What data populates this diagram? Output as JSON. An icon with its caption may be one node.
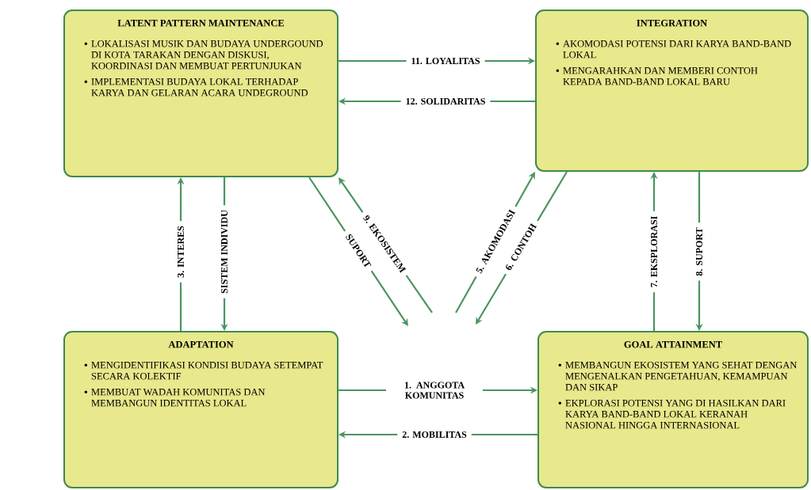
{
  "diagram": {
    "nodes": [
      {
        "text": [
          "LATENT PATTERN MAINTENANCE",
          "LOKALISASI MUSIK DAN BUDAYA UNDERGOUND DI KOTA TARAKAN DENGAN DISKUSI, KOORDINASI DAN MEMBUAT PERTUNJUKAN",
          "IMPLEMENTASI BUDAYA LOKAL TERHADAP KARYA DAN GELARAN ACARA UNDEGROUND"
        ]
      },
      {
        "text": [
          "INTEGRATION",
          "AKOMODASI POTENSI DARI KARYA BAND-BAND LOKAL",
          "MENGARAHKAN DAN MEMBERI CONTOH KEPADA BAND-BAND LOKAL BARU"
        ]
      },
      {
        "text": [
          "ADAPTATION",
          "MENGIDENTIFIKASI KONDISI BUDAYA SETEMPAT SECARA KOLEKTIF",
          "MEMBUAT WADAH KOMUNITAS DAN MEMBANGUN IDENTITAS LOKAL"
        ]
      },
      {
        "text": [
          "GOAL ATTAINMENT",
          "MEMBANGUN EKOSISTEM YANG SEHAT DENGAN MENGENALKAN PENGETAHUAN, KEMAMPUAN DAN SIKAP",
          "EKPLORASI POTENSI YANG DI HASILKAN DARI KARYA BAND-BAND LOKAL KERANAH NASIONAL HINGGA INTERNASIONAL"
        ]
      }
    ],
    "edges": [
      {
        "from": 0,
        "to": 1,
        "arrow": "to",
        "label": "11. LOYALITAS"
      },
      {
        "from": 1,
        "to": 0,
        "arrow": "to",
        "label": "12. SOLIDARITAS"
      },
      {
        "from": 2,
        "to": 0,
        "arrow": "to",
        "label": "3. INTERES"
      },
      {
        "from": 0,
        "to": 2,
        "arrow": "to",
        "label": "SISTEM INDIVIDU"
      },
      {
        "from": 3,
        "to": 1,
        "arrow": "to",
        "label": "7. EKSPLORASI"
      },
      {
        "from": 1,
        "to": 3,
        "arrow": "to",
        "label": "8. SUPORT"
      },
      {
        "from": 2,
        "to": 3,
        "arrow": "to",
        "label": "1. ANGGOTA KOMUNITAS"
      },
      {
        "from": 3,
        "to": 2,
        "arrow": "to",
        "label": "2. MOBILITAS"
      },
      {
        "from": null,
        "to": 0,
        "arrow": "to",
        "label": "9. EKOSISTEM"
      },
      {
        "from": 0,
        "to": null,
        "arrow": "to",
        "label": "SUPORT"
      },
      {
        "from": null,
        "to": 1,
        "arrow": "to",
        "label": "5. AKOMODASI"
      },
      {
        "from": 1,
        "to": null,
        "arrow": "to",
        "label": "6. CONTOH"
      }
    ]
  }
}
